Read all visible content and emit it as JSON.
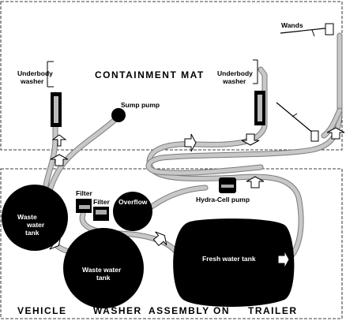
{
  "regions": {
    "containment_mat": "CONTAINMENT MAT",
    "trailer": "VEHICLE WASHER ASSEMBLY ON TRAILER"
  },
  "trailer_words": [
    "VEHICLE",
    "WASHER",
    "ASSEMBLY",
    "ON",
    "TRAILER"
  ],
  "labels": {
    "underbody_left_1": "Underbody",
    "underbody_left_2": "washer",
    "underbody_right_1": "Underbody",
    "underbody_right_2": "washer",
    "sump_pump": "Sump pump",
    "wands": "Wands",
    "filter_1": "Filter",
    "filter_2": "Filter",
    "overflow": "Overflow",
    "hydra_cell_pump": "Hydra-Cell pump",
    "waste_tank_1a": "Waste",
    "waste_tank_1b": "water",
    "waste_tank_1c": "tank",
    "waste_tank_2a": "Waste water",
    "waste_tank_2b": "tank",
    "fresh_water_tank": "Fresh water tank"
  },
  "colors": {
    "hose": "#c8c8c8",
    "tank": "#000000",
    "background": "#ffffff"
  }
}
